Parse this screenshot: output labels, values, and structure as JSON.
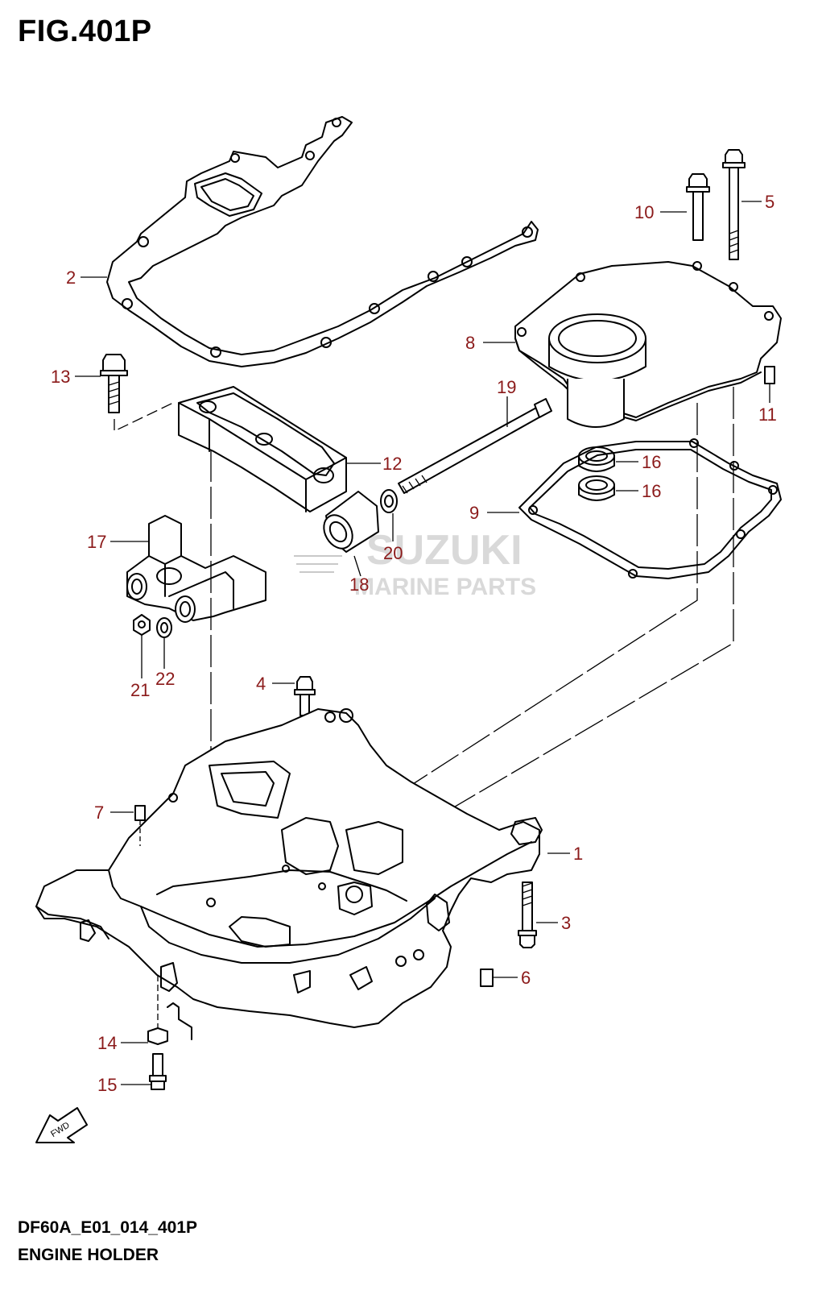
{
  "figure": {
    "title": "FIG.401P",
    "code": "DF60A_E01_014_401P",
    "name": "ENGINE HOLDER"
  },
  "watermark": {
    "brand": "SUZUKI",
    "subtitle": "MARINE PARTS"
  },
  "fwd_badge": "FWD",
  "callouts": [
    "1",
    "2",
    "3",
    "4",
    "5",
    "6",
    "7",
    "8",
    "9",
    "10",
    "11",
    "12",
    "13",
    "14",
    "15",
    "16",
    "16",
    "17",
    "18",
    "19",
    "20",
    "21",
    "22"
  ],
  "colors": {
    "callout": "#8b1a1a",
    "line": "#000000",
    "watermark": "#c9c9c9"
  }
}
